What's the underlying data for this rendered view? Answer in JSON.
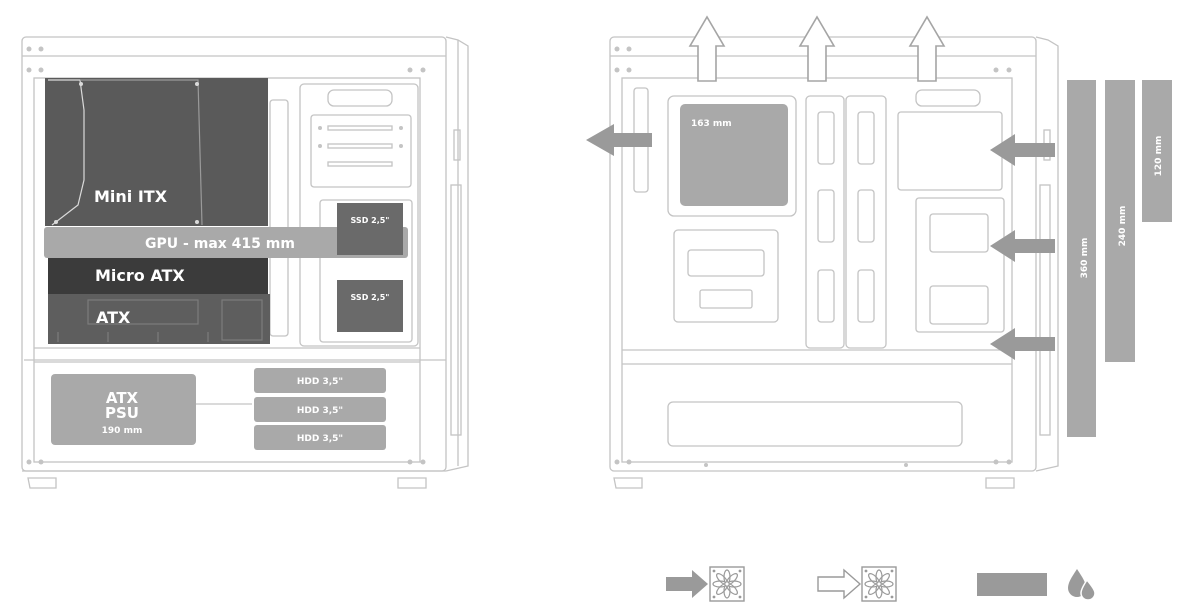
{
  "left_diagram": {
    "boards": {
      "mini_itx": "Mini ITX",
      "micro_atx": "Micro ATX",
      "atx": "ATX"
    },
    "gpu": "GPU - max 415 mm",
    "ssd": [
      "SSD 2,5\"",
      "SSD 2,5\""
    ],
    "psu": {
      "line1": "ATX",
      "line2": "PSU",
      "size": "190 mm"
    },
    "hdd": [
      "HDD 3,5\"",
      "HDD 3,5\"",
      "HDD 3,5\""
    ]
  },
  "right_diagram": {
    "cpu_cooler": "163 mm",
    "radiators": [
      "360 mm",
      "240 mm",
      "120 mm"
    ]
  },
  "legend": {
    "items": [
      "intake-fan",
      "exhaust-fan",
      "radiator",
      "water-cooling"
    ]
  },
  "colors": {
    "outline": "#bdbdbd",
    "board_dark": "#5a5a5a",
    "board_mid": "#3c3c3c",
    "label_gray": "#a9a9a9",
    "arrow_gray": "#9a9a9a"
  }
}
